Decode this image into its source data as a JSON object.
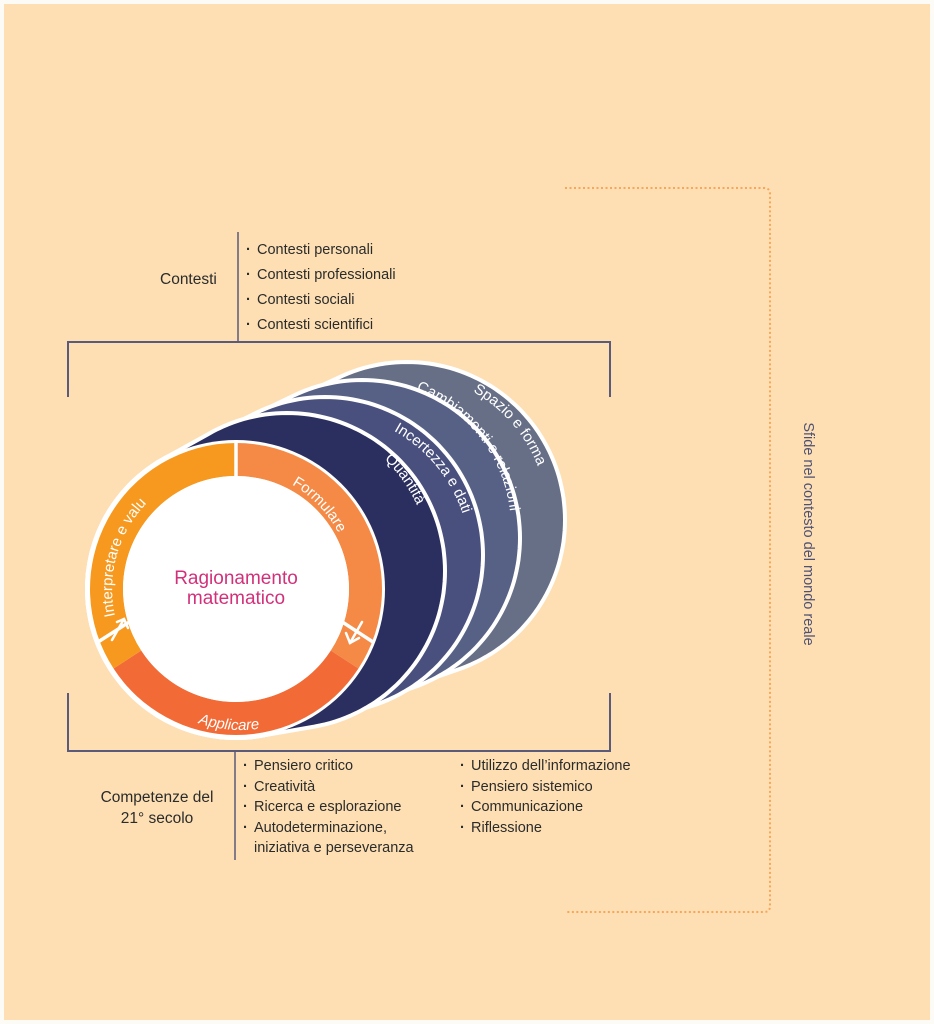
{
  "center": {
    "title_line1": "Ragionamento",
    "title_line2": "matematico",
    "color": "#d2317a"
  },
  "process_ring": [
    {
      "label": "Formulare",
      "color": "#f48a45"
    },
    {
      "label": "Applicare",
      "color": "#f26b36"
    },
    {
      "label": "Interpretare e valu",
      "color": "#f7991f"
    }
  ],
  "content_layers": [
    {
      "label": "Spazio e forma",
      "color": "#666f86"
    },
    {
      "label": "Cambiamenti e relazioni",
      "color": "#566185"
    },
    {
      "label": "Incertezza e dati",
      "color": "#49507e"
    },
    {
      "label": "Quantità",
      "color": "#2a2f5f"
    }
  ],
  "contexts": {
    "heading": "Contesti",
    "items": [
      "Contesti personali",
      "Contesti professionali",
      "Contesti sociali",
      "Contesti scientifici"
    ]
  },
  "skills": {
    "heading_line1": "Competenze del",
    "heading_line2": "21° secolo",
    "column1": [
      "Pensiero critico",
      "Creatività",
      "Ricerca e esplorazione",
      "Autodeterminazione,"
    ],
    "column1_continuation": "iniziativa e perseveranza",
    "column2": [
      "Utilizzo dell’informazione",
      "Pensiero sistemico",
      "Communicazione",
      "Riflessione"
    ]
  },
  "real_world": {
    "label": "Sfide nel contesto del mondo reale",
    "bracket_color": "#f7a65a"
  },
  "colors": {
    "background": "#fddfb3",
    "bracket_lines": "#5a5a7a",
    "text": "#2b2b2b"
  }
}
